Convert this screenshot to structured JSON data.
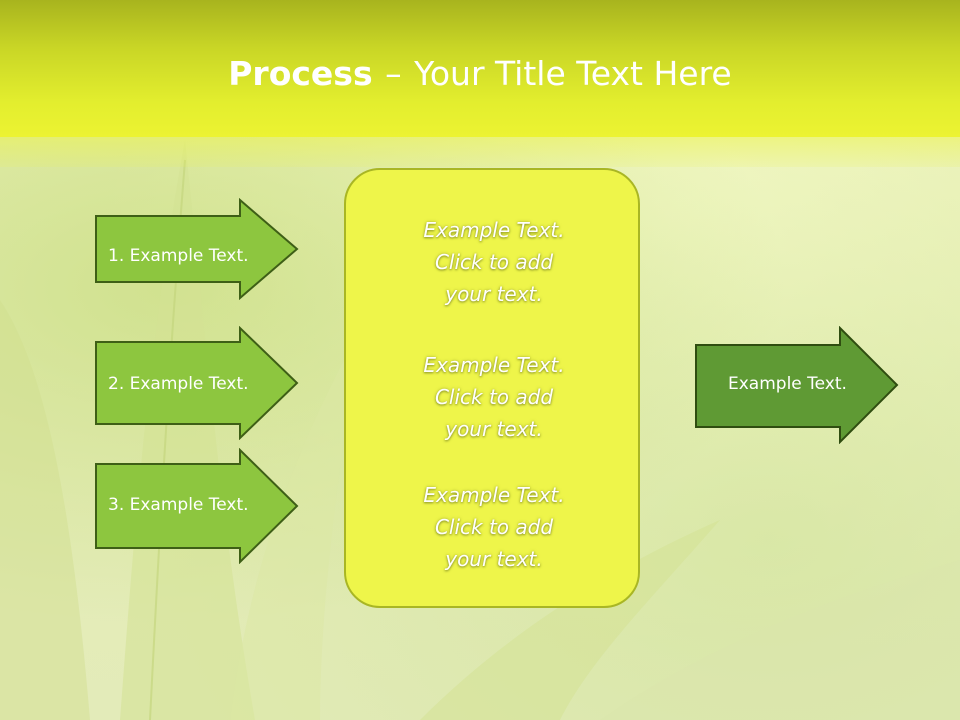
{
  "title": {
    "bold": "Process",
    "dash": "–",
    "rest": "Your Title Text Here"
  },
  "left_arrows": [
    {
      "label": "1. Example Text."
    },
    {
      "label": "2. Example Text."
    },
    {
      "label": "3. Example Text."
    }
  ],
  "center_box": {
    "paragraphs": [
      {
        "line1": "Example Text.",
        "line2": "Click  to add",
        "line3": "your text."
      },
      {
        "line1": "Example Text.",
        "line2": "Click  to add",
        "line3": "your text."
      },
      {
        "line1": "Example Text.",
        "line2": "Click  to add",
        "line3": "your text."
      }
    ]
  },
  "right_arrow": {
    "label": "Example Text."
  },
  "colors": {
    "left_arrow_fill": "#8dc63f",
    "right_arrow_fill": "#5f9a34",
    "arrow_stroke": "#3e5f16",
    "center_fill": "#eef54a",
    "center_stroke": "#a9b624"
  }
}
